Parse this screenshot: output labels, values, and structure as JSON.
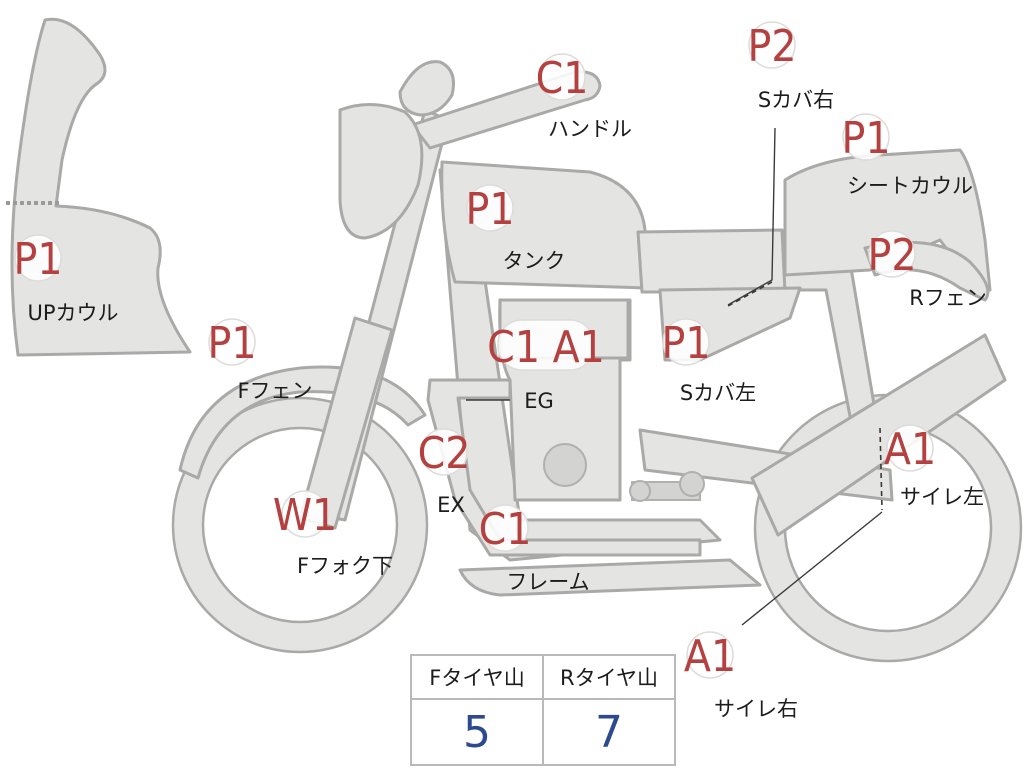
{
  "parts": [
    {
      "id": "up-cowl",
      "code": "P1",
      "label": "UPカウル"
    },
    {
      "id": "handle",
      "code": "C1",
      "label": "ハンドル"
    },
    {
      "id": "seat-cover-right",
      "code": "P2",
      "label": "Sカバ右"
    },
    {
      "id": "seat-cowl",
      "code": "P1",
      "label": "シートカウル"
    },
    {
      "id": "tank",
      "code": "P1",
      "label": "タンク"
    },
    {
      "id": "rear-fender",
      "code": "P2",
      "label": "Rフェン"
    },
    {
      "id": "front-fender",
      "code": "P1",
      "label": "Fフェン"
    },
    {
      "id": "engine",
      "code": "C1 A1",
      "label": "EG"
    },
    {
      "id": "seat-cover-left",
      "code": "P1",
      "label": "Sカバ左"
    },
    {
      "id": "exhaust",
      "code": "C2",
      "label": "EX"
    },
    {
      "id": "muffler-left",
      "code": "A1",
      "label": "サイレ左"
    },
    {
      "id": "front-fork-lower",
      "code": "W1",
      "label": "Fフォク下"
    },
    {
      "id": "frame",
      "code": "C1",
      "label": "フレーム"
    },
    {
      "id": "muffler-right",
      "code": "A1",
      "label": "サイレ右"
    }
  ],
  "tyre_table": {
    "headers": [
      "Fタイヤ山",
      "Rタイヤ山"
    ],
    "values": [
      "5",
      "7"
    ]
  }
}
